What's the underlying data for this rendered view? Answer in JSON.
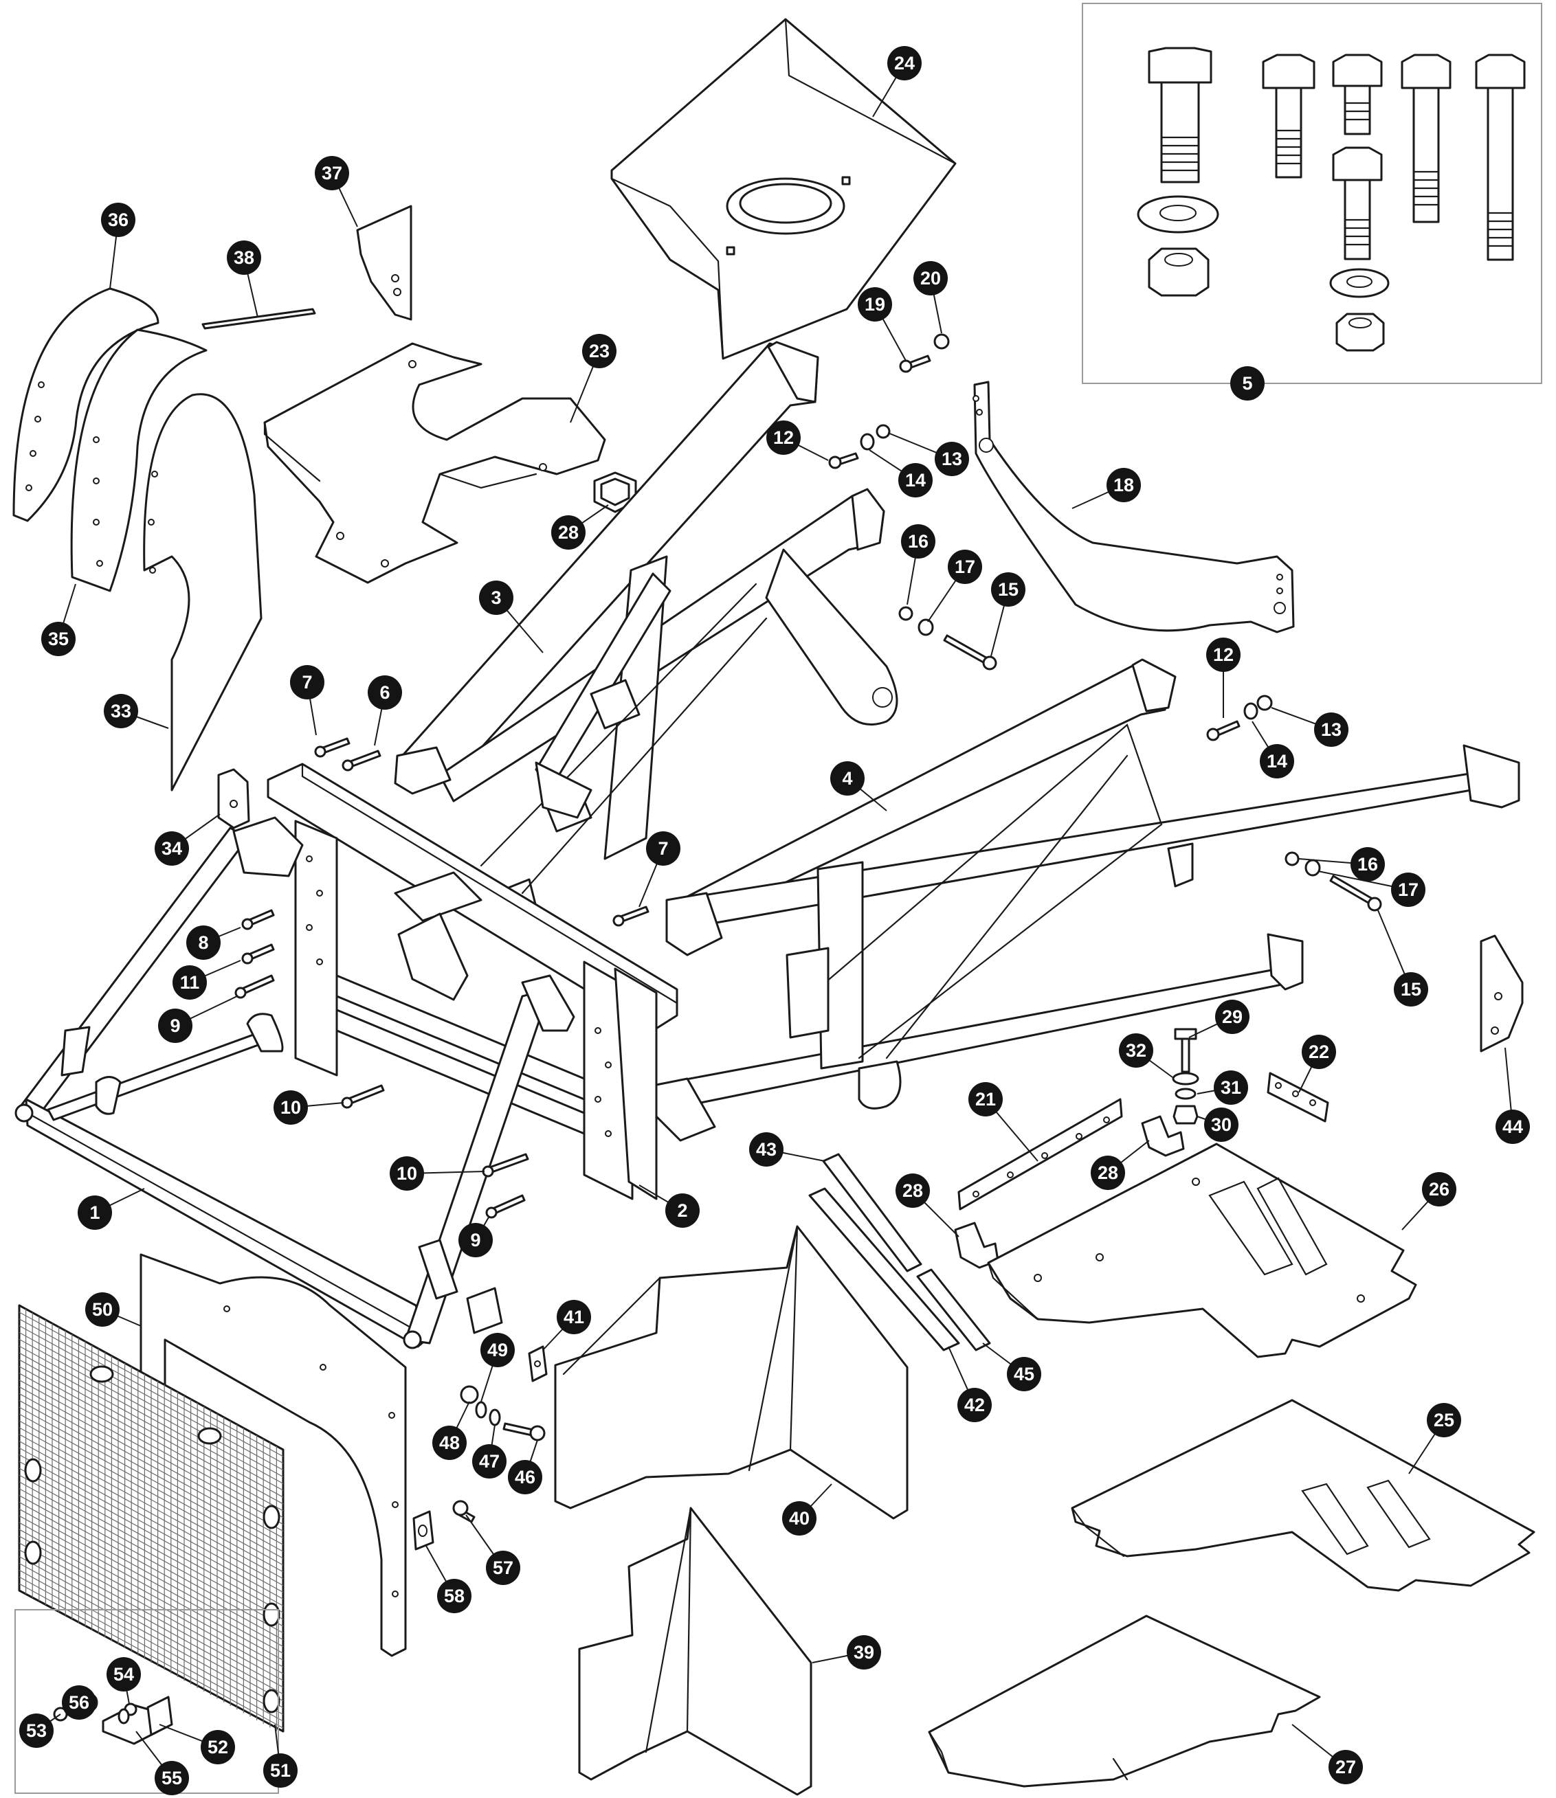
{
  "diagram": {
    "type": "exploded parts diagram",
    "colors": {
      "line": "#1a1a1a",
      "callout_fill": "#141414",
      "callout_text": "#ffffff",
      "background": "#ffffff"
    }
  },
  "callouts": [
    {
      "id": "1",
      "label": "1"
    },
    {
      "id": "2",
      "label": "2"
    },
    {
      "id": "3",
      "label": "3"
    },
    {
      "id": "4",
      "label": "4"
    },
    {
      "id": "5",
      "label": "5"
    },
    {
      "id": "6",
      "label": "6"
    },
    {
      "id": "7a",
      "label": "7"
    },
    {
      "id": "7b",
      "label": "7"
    },
    {
      "id": "8",
      "label": "8"
    },
    {
      "id": "9a",
      "label": "9"
    },
    {
      "id": "9b",
      "label": "9"
    },
    {
      "id": "10a",
      "label": "10"
    },
    {
      "id": "10b",
      "label": "10"
    },
    {
      "id": "11",
      "label": "11"
    },
    {
      "id": "12a",
      "label": "12"
    },
    {
      "id": "12b",
      "label": "12"
    },
    {
      "id": "13a",
      "label": "13"
    },
    {
      "id": "13b",
      "label": "13"
    },
    {
      "id": "14a",
      "label": "14"
    },
    {
      "id": "14b",
      "label": "14"
    },
    {
      "id": "15a",
      "label": "15"
    },
    {
      "id": "15b",
      "label": "15"
    },
    {
      "id": "16a",
      "label": "16"
    },
    {
      "id": "16b",
      "label": "16"
    },
    {
      "id": "17a",
      "label": "17"
    },
    {
      "id": "17b",
      "label": "17"
    },
    {
      "id": "18",
      "label": "18"
    },
    {
      "id": "19",
      "label": "19"
    },
    {
      "id": "20",
      "label": "20"
    },
    {
      "id": "21",
      "label": "21"
    },
    {
      "id": "22",
      "label": "22"
    },
    {
      "id": "23",
      "label": "23"
    },
    {
      "id": "24",
      "label": "24"
    },
    {
      "id": "25",
      "label": "25"
    },
    {
      "id": "26",
      "label": "26"
    },
    {
      "id": "27",
      "label": "27"
    },
    {
      "id": "28a",
      "label": "28"
    },
    {
      "id": "28b",
      "label": "28"
    },
    {
      "id": "28c",
      "label": "28"
    },
    {
      "id": "29",
      "label": "29"
    },
    {
      "id": "30",
      "label": "30"
    },
    {
      "id": "31",
      "label": "31"
    },
    {
      "id": "32",
      "label": "32"
    },
    {
      "id": "33",
      "label": "33"
    },
    {
      "id": "34",
      "label": "34"
    },
    {
      "id": "35",
      "label": "35"
    },
    {
      "id": "36",
      "label": "36"
    },
    {
      "id": "37",
      "label": "37"
    },
    {
      "id": "38",
      "label": "38"
    },
    {
      "id": "39",
      "label": "39"
    },
    {
      "id": "40",
      "label": "40"
    },
    {
      "id": "41",
      "label": "41"
    },
    {
      "id": "42",
      "label": "42"
    },
    {
      "id": "43",
      "label": "43"
    },
    {
      "id": "44",
      "label": "44"
    },
    {
      "id": "45",
      "label": "45"
    },
    {
      "id": "46",
      "label": "46"
    },
    {
      "id": "47",
      "label": "47"
    },
    {
      "id": "48",
      "label": "48"
    },
    {
      "id": "49",
      "label": "49"
    },
    {
      "id": "50",
      "label": "50"
    },
    {
      "id": "51",
      "label": "51"
    },
    {
      "id": "52",
      "label": "52"
    },
    {
      "id": "53",
      "label": "53"
    },
    {
      "id": "54",
      "label": "54"
    },
    {
      "id": "55",
      "label": "55"
    },
    {
      "id": "56",
      "label": "56"
    },
    {
      "id": "57",
      "label": "57"
    },
    {
      "id": "58",
      "label": "58"
    }
  ]
}
